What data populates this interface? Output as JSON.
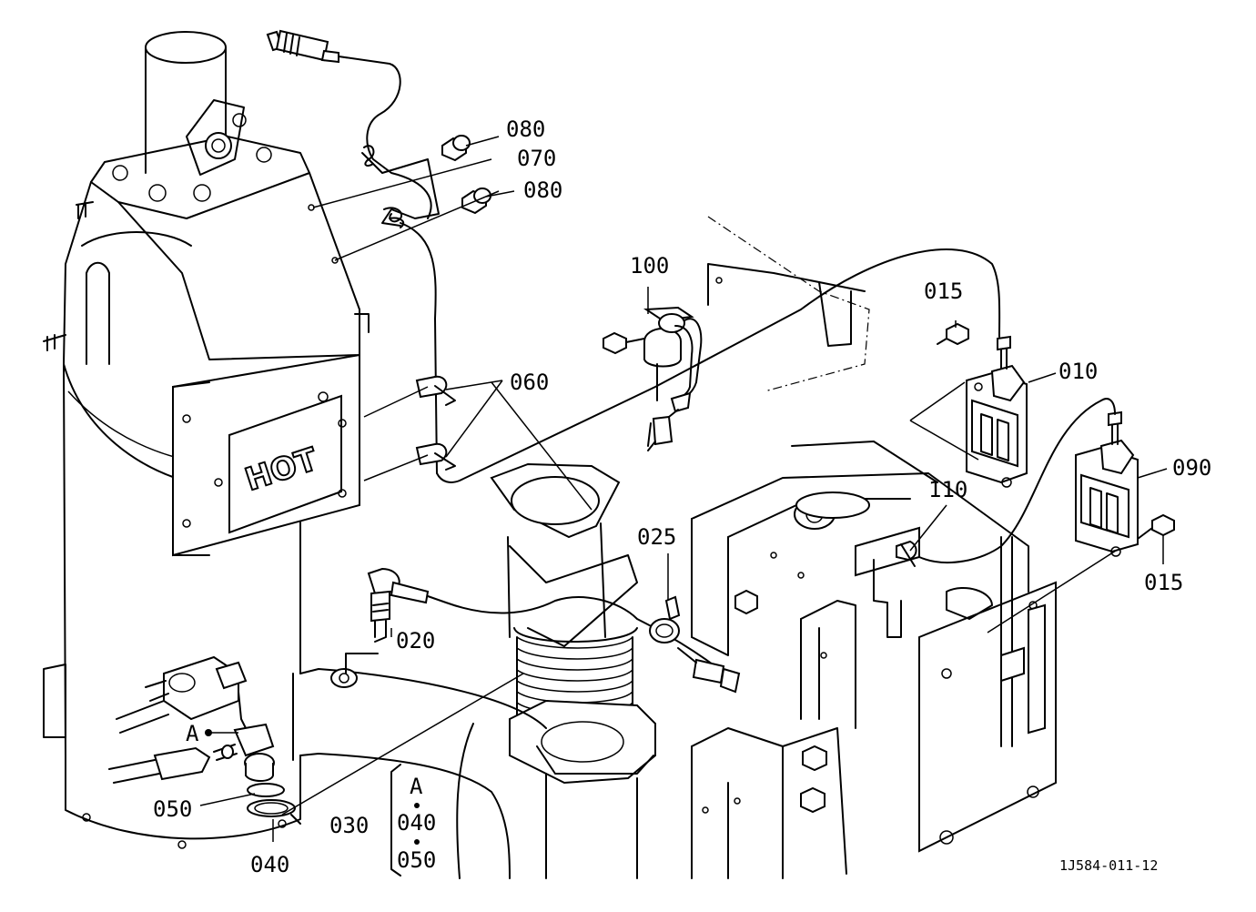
{
  "drawing_id": "1J584-011-12",
  "hot_plate_text": "HOT",
  "labels": {
    "p080_top": "080",
    "p070": "070",
    "p080_mid": "080",
    "p100": "100",
    "p015_top": "015",
    "p010": "010",
    "p060": "060",
    "p090": "090",
    "p110": "110",
    "p025": "025",
    "p015_right": "015",
    "p020": "020",
    "pA": "A",
    "p050": "050",
    "p040": "040",
    "p030": "030",
    "kit_A": "A",
    "kit_040": "040",
    "kit_050": "050"
  }
}
